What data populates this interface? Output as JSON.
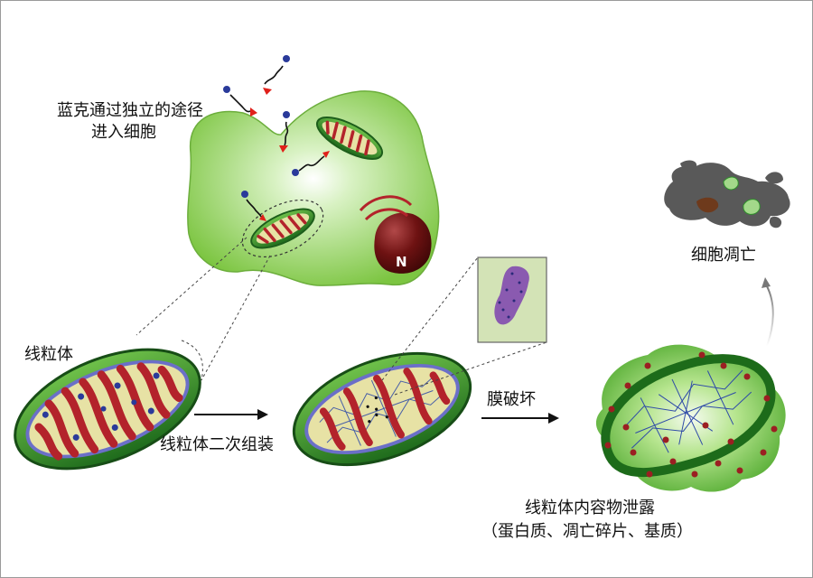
{
  "labels": {
    "entry_line1": "蓝克通过独立的途径",
    "entry_line2": "进入细胞",
    "nucleus": "N",
    "mitochondrion": "线粒体",
    "reassembly": "线粒体二次组装",
    "membrane_rupture": "膜破坏",
    "apoptosis": "细胞凋亡",
    "leak_line1": "线粒体内容物泄露",
    "leak_line2": "（蛋白质、凋亡碎片、基质）"
  },
  "colors": {
    "cell_green": "#8ccd4c",
    "cell_light": "#e8f7dc",
    "mito_outer": "#2f8f2b",
    "mito_dark": "#1d5e1b",
    "cristae_red": "#b3232b",
    "matrix_cream": "#e7e2a5",
    "nucleus": "#5a1010",
    "probe_blue": "#2a3a9a",
    "probe_red": "#e0201a",
    "debris_gray": "#595959",
    "membrane_blue": "#6b6fc8",
    "dots_red": "#9b1f22"
  }
}
